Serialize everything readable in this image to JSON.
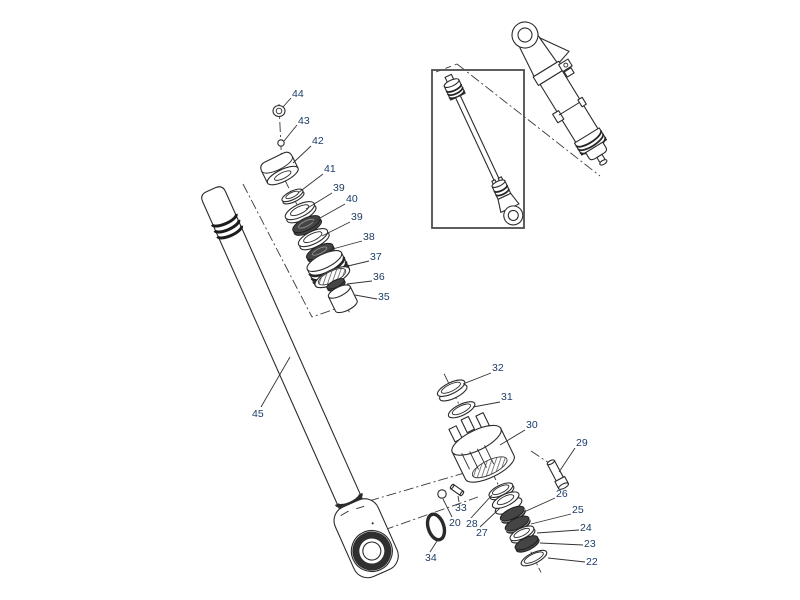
{
  "figure": {
    "type": "exploded-parts-diagram",
    "subject": "hydraulic-cylinder-rod-piston-and-gland-seal-assembly"
  },
  "colors": {
    "background": "#ffffff",
    "line": "#2b2b2b",
    "label": "#1d3b63",
    "dark_part": "#454545",
    "inset_border": "#4d4d4d"
  },
  "callouts": [
    {
      "label": "44"
    },
    {
      "label": "43"
    },
    {
      "label": "42"
    },
    {
      "label": "41"
    },
    {
      "label": "39"
    },
    {
      "label": "40"
    },
    {
      "label": "39"
    },
    {
      "label": "38"
    },
    {
      "label": "37"
    },
    {
      "label": "36"
    },
    {
      "label": "35"
    },
    {
      "label": "45"
    },
    {
      "label": "32"
    },
    {
      "label": "31"
    },
    {
      "label": "30"
    },
    {
      "label": "29"
    },
    {
      "label": "26"
    },
    {
      "label": "25"
    },
    {
      "label": "24"
    },
    {
      "label": "23"
    },
    {
      "label": "22"
    },
    {
      "label": "28"
    },
    {
      "label": "27"
    },
    {
      "label": "33"
    },
    {
      "label": "20"
    },
    {
      "label": "34"
    }
  ]
}
